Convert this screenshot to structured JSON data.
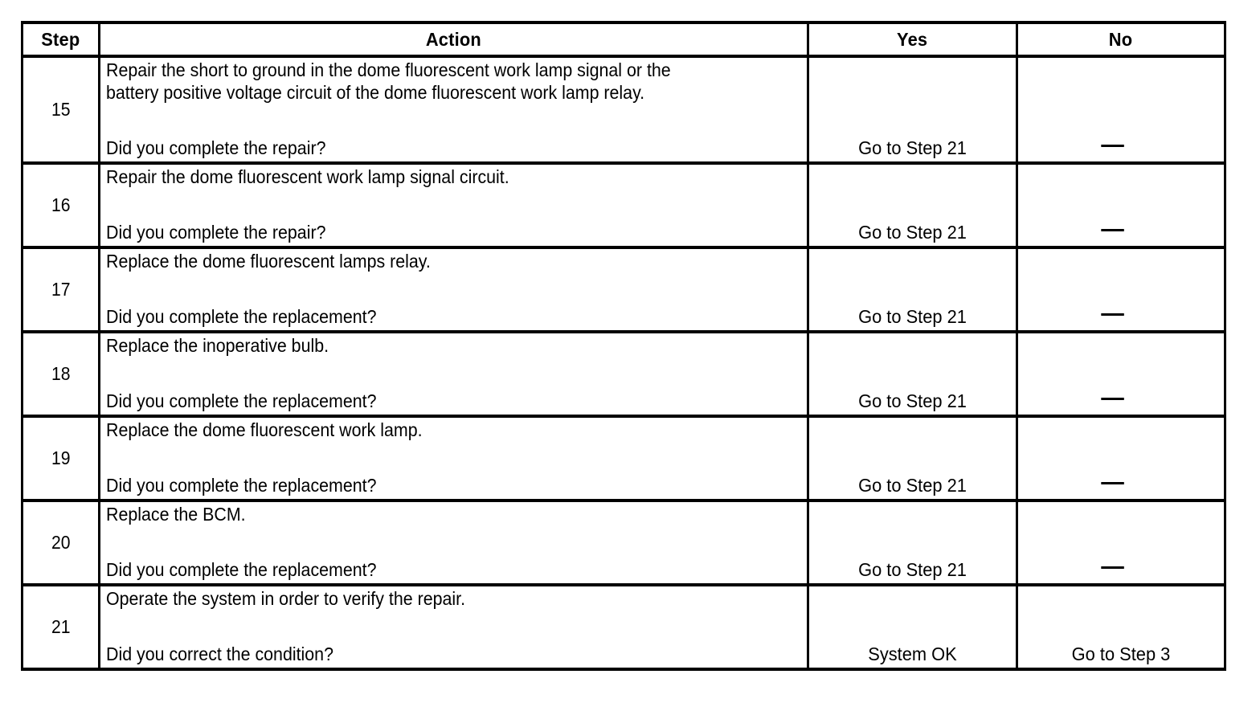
{
  "table": {
    "headers": {
      "step": "Step",
      "action": "Action",
      "yes": "Yes",
      "no": "No"
    },
    "rows": [
      {
        "step": "15",
        "action_lines": [
          "Repair the short to ground in the dome fluorescent work lamp signal or the",
          "battery positive voltage circuit of the dome fluorescent work lamp relay."
        ],
        "question": "Did you complete the repair?",
        "yes": "Go to Step 21",
        "no": "—",
        "no_is_dash": true,
        "tall": true
      },
      {
        "step": "16",
        "action_lines": [
          "Repair the dome fluorescent work lamp signal circuit."
        ],
        "question": "Did you complete the repair?",
        "yes": "Go to Step 21",
        "no": "—",
        "no_is_dash": true,
        "tall": false
      },
      {
        "step": "17",
        "action_lines": [
          "Replace the dome fluorescent lamps relay."
        ],
        "question": "Did you complete the replacement?",
        "yes": "Go to Step 21",
        "no": "—",
        "no_is_dash": true,
        "tall": false
      },
      {
        "step": "18",
        "action_lines": [
          "Replace the inoperative bulb."
        ],
        "question": "Did you complete the replacement?",
        "yes": "Go to Step 21",
        "no": "—",
        "no_is_dash": true,
        "tall": false
      },
      {
        "step": "19",
        "action_lines": [
          "Replace the dome fluorescent work lamp."
        ],
        "question": "Did you complete the replacement?",
        "yes": "Go to Step 21",
        "no": "—",
        "no_is_dash": true,
        "tall": false
      },
      {
        "step": "20",
        "action_lines": [
          "Replace the BCM."
        ],
        "question": "Did you complete the replacement?",
        "yes": "Go to Step 21",
        "no": "—",
        "no_is_dash": true,
        "tall": false
      },
      {
        "step": "21",
        "action_lines": [
          "Operate the system in order to verify the repair."
        ],
        "question": "Did you correct the condition?",
        "yes": "System OK",
        "no": "Go to Step 3",
        "no_is_dash": false,
        "tall": false
      }
    ]
  },
  "colors": {
    "border": "#000000",
    "background": "#ffffff",
    "text": "#000000"
  }
}
